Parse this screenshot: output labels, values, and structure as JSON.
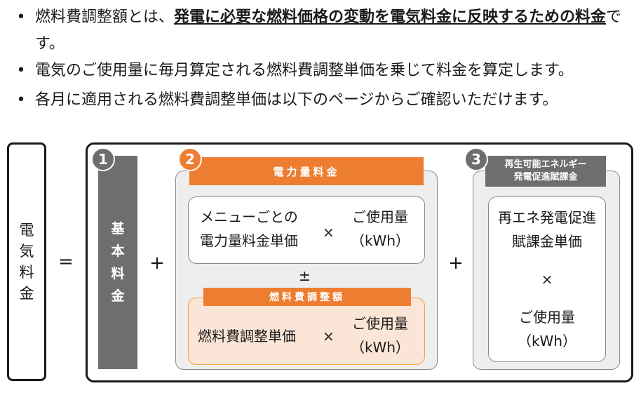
{
  "bullets": [
    {
      "dot": "•",
      "pre": "燃料費調整額とは、",
      "bold": "発電に必要な燃料価格の変動を電気料金に反映するための料金",
      "post": "です。"
    },
    {
      "dot": "•",
      "text": "電気のご使用量に毎月算定される燃料費調整単価を乗じて料金を算定します。"
    },
    {
      "dot": "•",
      "text": "各月に適用される燃料費調整単価は以下のページからご確認いただけます。"
    }
  ],
  "formula": {
    "denki_chars": [
      "電",
      "気",
      "料",
      "金"
    ],
    "equals": "=",
    "plus1": "+",
    "plus2": "+",
    "kihon": {
      "number": "1",
      "chars": [
        "基",
        "本",
        "料",
        "金"
      ]
    },
    "denryoku": {
      "number": "2",
      "header": "電力量料金",
      "unit_price_line1": "メニューごとの",
      "unit_price_line2": "電力量料金単価",
      "times": "×",
      "usage_line1": "ご使用量",
      "usage_line2": "（kWh）",
      "plusminus": "±",
      "fuel_header": "燃料費調整額",
      "fuel_price": "燃料費調整単価",
      "fuel_times": "×",
      "fuel_usage_line1": "ご使用量",
      "fuel_usage_line2": "（kWh）"
    },
    "saiene": {
      "number": "3",
      "header_line1": "再生可能エネルギー",
      "header_line2": "発電促進賦課金",
      "price_line1": "再エネ発電促進",
      "price_line2": "賦課金単価",
      "times": "×",
      "usage_line1": "ご使用量",
      "usage_line2": "（kWh）"
    }
  },
  "colors": {
    "orange": "#ed7d31",
    "gray": "#6e6e6e",
    "peach": "#fbe5d6"
  }
}
